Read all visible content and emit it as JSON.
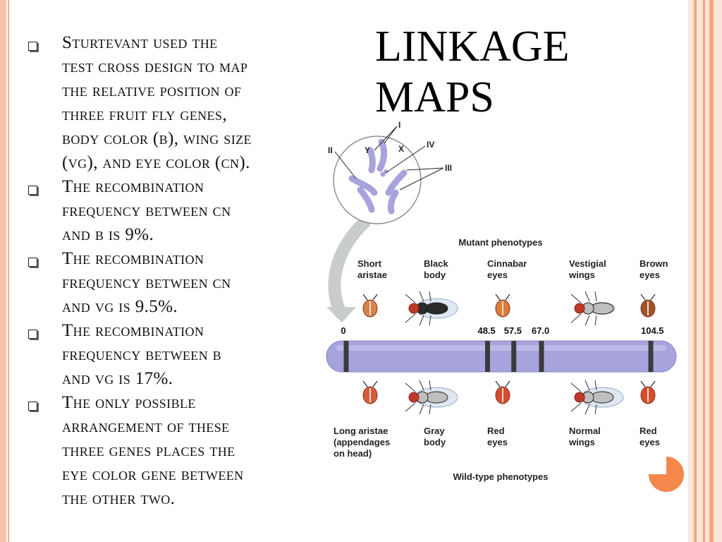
{
  "title_lines": [
    "LINKAGE",
    "MAPS"
  ],
  "bullets": [
    [
      "Sturtevant used the",
      "test cross design to map",
      "the relative position of",
      "three fruit fly genes,",
      "body color (b), wing size",
      "(vg), and eye color (cn)."
    ],
    [
      "The recombination",
      "frequency between cn",
      "and b is 9%."
    ],
    [
      "The recombination",
      "frequency between cn",
      "and vg is 9.5%."
    ],
    [
      "The recombination",
      "frequency between b",
      "and vg is 17%."
    ],
    [
      "The only possible",
      "arrangement of these",
      "three genes places the",
      "eye color gene between",
      "the other two."
    ]
  ],
  "figure": {
    "chromosome_labels": {
      "I": "I",
      "II": "II",
      "III": "III",
      "IV": "IV",
      "X": "X",
      "Y": "Y"
    },
    "mutant_header": "Mutant phenotypes",
    "wildtype_header": "Wild-type phenotypes",
    "mutant_phenotypes": [
      [
        "Short",
        "aristae"
      ],
      [
        "Black",
        "body"
      ],
      [
        "Cinnabar",
        "eyes"
      ],
      [
        "Vestigial",
        "wings"
      ],
      [
        "Brown",
        "eyes"
      ]
    ],
    "wildtype_phenotypes": [
      [
        "Long aristae",
        "(appendages",
        "on head)"
      ],
      [
        "Gray",
        "body"
      ],
      [
        "Red",
        "eyes"
      ],
      [
        "Normal",
        "wings"
      ],
      [
        "Red",
        "eyes"
      ]
    ],
    "map_positions": [
      0,
      48.5,
      57.5,
      67.0,
      104.5
    ],
    "map_labels": [
      "0",
      "48.5",
      "57.5",
      "67.0",
      "104.5"
    ],
    "colors": {
      "chromosome_fill": "#a7a3dc",
      "chromosome_band": "#3b3b3b",
      "arrow_gray": "#c9cccc",
      "accent_orange": "#f4874b"
    }
  }
}
